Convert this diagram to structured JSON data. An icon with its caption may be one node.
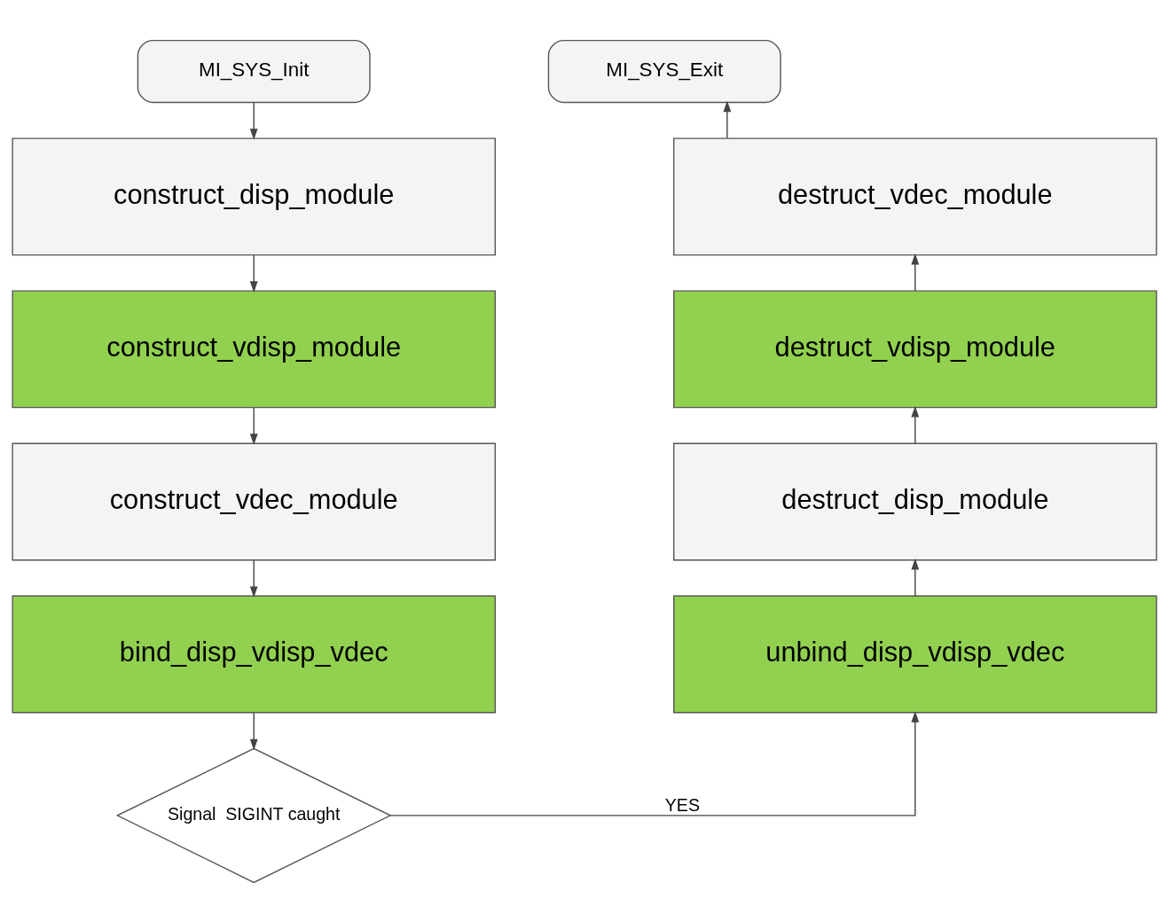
{
  "diagram": {
    "nodes": [
      {
        "text": [
          "MI_SYS_Init"
        ]
      },
      {
        "text": [
          "construct_disp_module"
        ]
      },
      {
        "text": [
          "construct_vdisp_module"
        ]
      },
      {
        "text": [
          "construct_vdec_module"
        ]
      },
      {
        "text": [
          "bind_disp_vdisp_vdec"
        ]
      },
      {
        "text": [
          "Signal  SIGINT caught"
        ]
      },
      {
        "text": [
          "MI_SYS_Exit"
        ]
      },
      {
        "text": [
          "destruct_vdec_module"
        ]
      },
      {
        "text": [
          "destruct_vdisp_module"
        ]
      },
      {
        "text": [
          "destruct_disp_module"
        ]
      },
      {
        "text": [
          "unbind_disp_vdisp_vdec"
        ]
      }
    ],
    "edges": [
      {
        "from": 0,
        "to": 1,
        "arrow": "to"
      },
      {
        "from": 1,
        "to": 2,
        "arrow": "to"
      },
      {
        "from": 2,
        "to": 3,
        "arrow": "to"
      },
      {
        "from": 3,
        "to": 4,
        "arrow": "to"
      },
      {
        "from": 4,
        "to": 5,
        "arrow": "to"
      },
      {
        "from": 5,
        "to": 10,
        "arrow": "to",
        "label": "YES"
      },
      {
        "from": 10,
        "to": 9,
        "arrow": "to"
      },
      {
        "from": 9,
        "to": 8,
        "arrow": "to"
      },
      {
        "from": 8,
        "to": 7,
        "arrow": "to"
      },
      {
        "from": 7,
        "to": 6,
        "arrow": "to"
      }
    ]
  }
}
